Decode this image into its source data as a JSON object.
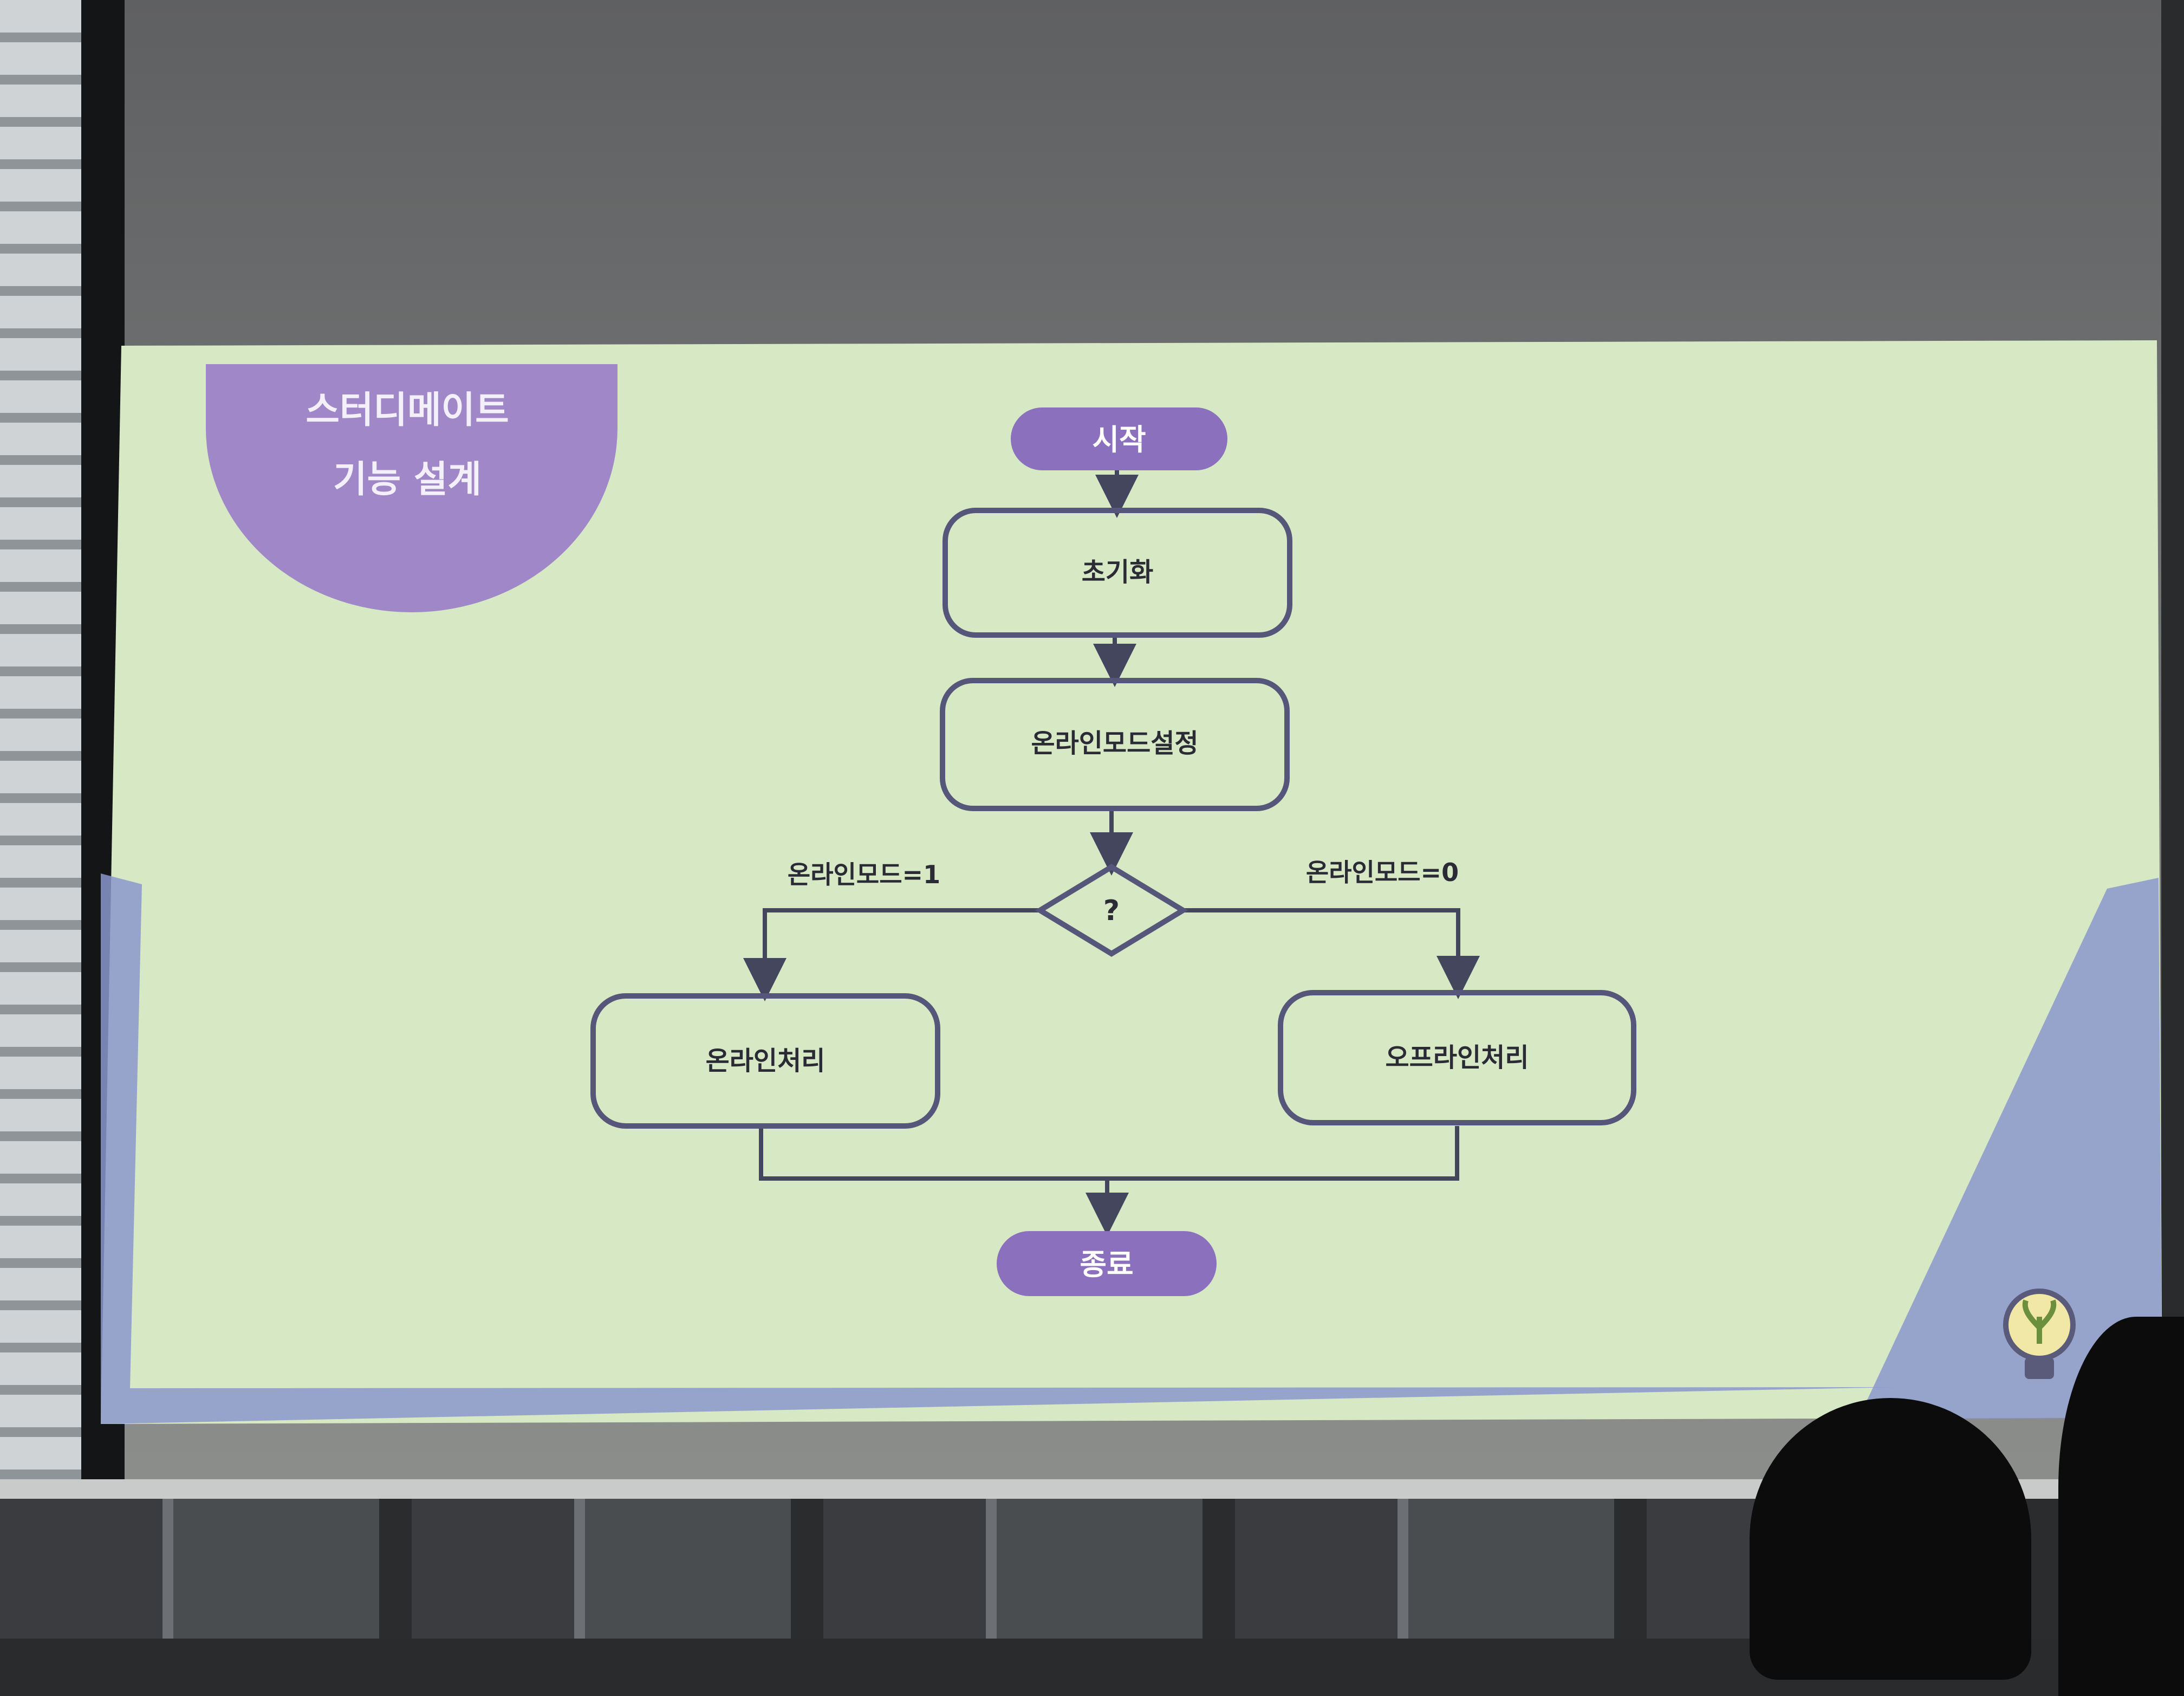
{
  "slide": {
    "title_lines": [
      "스터디메이트",
      "기능 설계"
    ],
    "colors": {
      "slide_bg": "#d6e8c4",
      "corner_accent": "#8b96cc",
      "title_badge": "#9f87c8",
      "terminal_fill": "#8a70bd",
      "node_stroke": "#55567a",
      "node_text": "#2b2b36",
      "terminal_text": "#ffffff"
    },
    "bulb_icon": "lightbulb-icon"
  },
  "flowchart": {
    "nodes": {
      "start": {
        "label": "시작",
        "shape": "terminal"
      },
      "init": {
        "label": "초기화",
        "shape": "process"
      },
      "online_mode": {
        "label": "온라인모드설정",
        "shape": "process"
      },
      "decision": {
        "label": "?",
        "shape": "decision"
      },
      "online_proc": {
        "label": "온라인처리",
        "shape": "process"
      },
      "offline_proc": {
        "label": "오프라인처리",
        "shape": "process"
      },
      "end": {
        "label": "종료",
        "shape": "terminal"
      }
    },
    "edges": [
      {
        "from": "start",
        "to": "init",
        "label": ""
      },
      {
        "from": "init",
        "to": "online_mode",
        "label": ""
      },
      {
        "from": "online_mode",
        "to": "decision",
        "label": ""
      },
      {
        "from": "decision",
        "to": "online_proc",
        "label": "온라인모드=1"
      },
      {
        "from": "decision",
        "to": "offline_proc",
        "label": "온라인모드=0"
      },
      {
        "from": "online_proc",
        "to": "end",
        "label": ""
      },
      {
        "from": "offline_proc",
        "to": "end",
        "label": ""
      }
    ]
  }
}
